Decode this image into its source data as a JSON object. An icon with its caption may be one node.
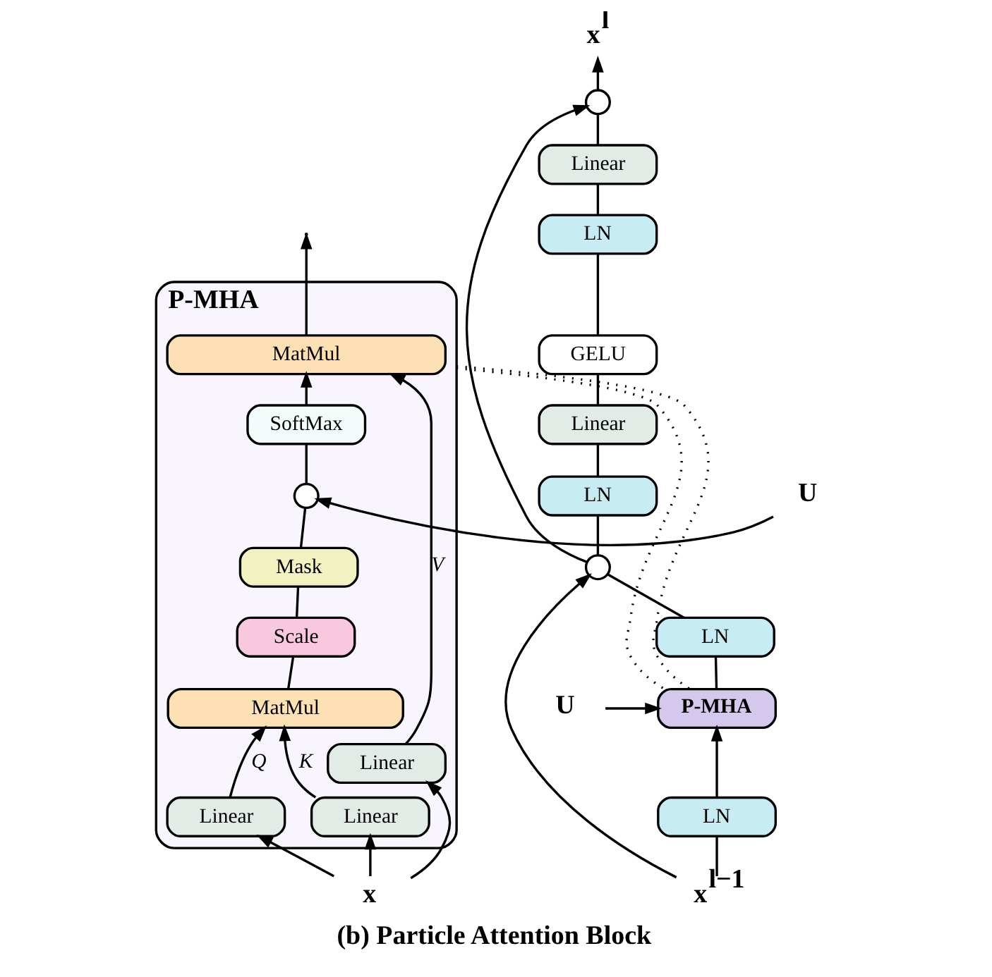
{
  "diagram": {
    "caption": "(b) Particle Attention Block",
    "nodes": [
      {
        "text": [
          "P-MHA"
        ]
      },
      {
        "text": [
          "MatMul"
        ],
        "in": 0
      },
      {
        "text": [
          "SoftMax"
        ],
        "in": 0
      },
      {
        "text": [],
        "shape": "circle",
        "in": 0
      },
      {
        "text": [
          "Mask"
        ],
        "in": 0
      },
      {
        "text": [
          "Scale"
        ],
        "in": 0
      },
      {
        "text": [
          "MatMul"
        ],
        "in": 0
      },
      {
        "text": [
          "Linear"
        ],
        "in": 0
      },
      {
        "text": [
          "Linear"
        ],
        "in": 0
      },
      {
        "text": [
          "Linear"
        ],
        "in": 0
      },
      {
        "text": [
          "U"
        ]
      },
      {
        "text": [
          "x"
        ]
      },
      {
        "text": [
          "x$^{l}$"
        ]
      },
      {
        "text": [],
        "shape": "circle"
      },
      {
        "text": [
          "Linear"
        ]
      },
      {
        "text": [
          "LN"
        ]
      },
      {
        "text": [
          "GELU"
        ]
      },
      {
        "text": [
          "Linear"
        ]
      },
      {
        "text": [
          "LN"
        ]
      },
      {
        "text": [],
        "shape": "circle"
      },
      {
        "text": [
          "LN"
        ]
      },
      {
        "text": [
          "P-MHA"
        ]
      },
      {
        "text": [
          "LN"
        ]
      },
      {
        "text": [
          "U"
        ]
      },
      {
        "text": [
          "x$^{l−1}$"
        ]
      }
    ],
    "edges": [
      {
        "from": 11,
        "to": 7,
        "arrow": "to"
      },
      {
        "from": 11,
        "to": 8,
        "arrow": "to"
      },
      {
        "from": 11,
        "to": 9,
        "arrow": "to"
      },
      {
        "from": 7,
        "to": 6,
        "arrow": "to",
        "label": "Q"
      },
      {
        "from": 8,
        "to": 6,
        "arrow": "to",
        "label": "K"
      },
      {
        "from": 9,
        "to": 1,
        "arrow": "to",
        "label": "V"
      },
      {
        "from": 6,
        "to": 5,
        "arrow": "none"
      },
      {
        "from": 5,
        "to": 4,
        "arrow": "none"
      },
      {
        "from": 4,
        "to": 3,
        "arrow": "none"
      },
      {
        "from": 10,
        "to": 3,
        "arrow": "to"
      },
      {
        "from": 3,
        "to": 2,
        "arrow": "none"
      },
      {
        "from": 2,
        "to": 1,
        "arrow": "to"
      },
      {
        "from": 1,
        "to": null,
        "arrow": "to"
      },
      {
        "from": 24,
        "to": 22,
        "arrow": "none"
      },
      {
        "from": 24,
        "to": 19,
        "arrow": "to"
      },
      {
        "from": 22,
        "to": 21,
        "arrow": "to"
      },
      {
        "from": 23,
        "to": 21,
        "arrow": "to"
      },
      {
        "from": 21,
        "to": 20,
        "arrow": "none"
      },
      {
        "from": 20,
        "to": 19,
        "arrow": "none"
      },
      {
        "from": 19,
        "to": 18,
        "arrow": "none"
      },
      {
        "from": 18,
        "to": 17,
        "arrow": "none"
      },
      {
        "from": 17,
        "to": 16,
        "arrow": "none"
      },
      {
        "from": 16,
        "to": 15,
        "arrow": "none"
      },
      {
        "from": 15,
        "to": 14,
        "arrow": "none"
      },
      {
        "from": 14,
        "to": 13,
        "arrow": "none"
      },
      {
        "from": 19,
        "to": 13,
        "arrow": "to"
      },
      {
        "from": 13,
        "to": 12,
        "arrow": "to"
      },
      {
        "from": 0,
        "to": 21,
        "arrow": "none",
        "style": "dashed"
      },
      {
        "from": 0,
        "to": 21,
        "arrow": "none",
        "style": "dashed"
      }
    ]
  }
}
